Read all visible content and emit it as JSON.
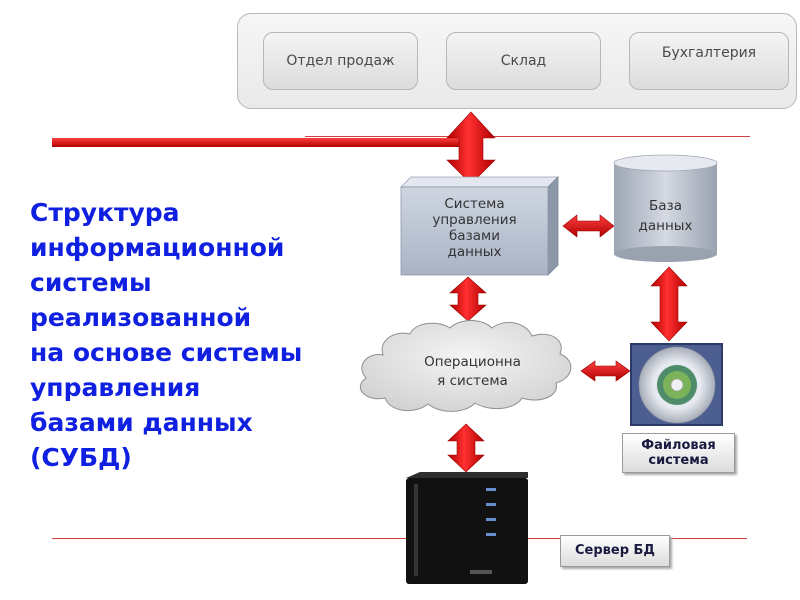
{
  "departments": {
    "sales": "Отдел продаж",
    "warehouse": "Склад",
    "accounting": "Бухгалтерия"
  },
  "title_lines": [
    "Структура",
    "информационной",
    "системы",
    "реализованной",
    "на основе системы",
    "управления",
    "базами данных",
    "(СУБД)"
  ],
  "nodes": {
    "dbms": [
      "Система",
      "управления",
      "базами",
      "данных"
    ],
    "database": [
      "База",
      "данных"
    ],
    "os": [
      "Операционна",
      "я система"
    ],
    "file_system": [
      "Файловая",
      "система"
    ],
    "server": "Сервер БД"
  },
  "colors": {
    "title": "#1020e0",
    "arrow": "#e01818",
    "divider": "#d04040"
  }
}
